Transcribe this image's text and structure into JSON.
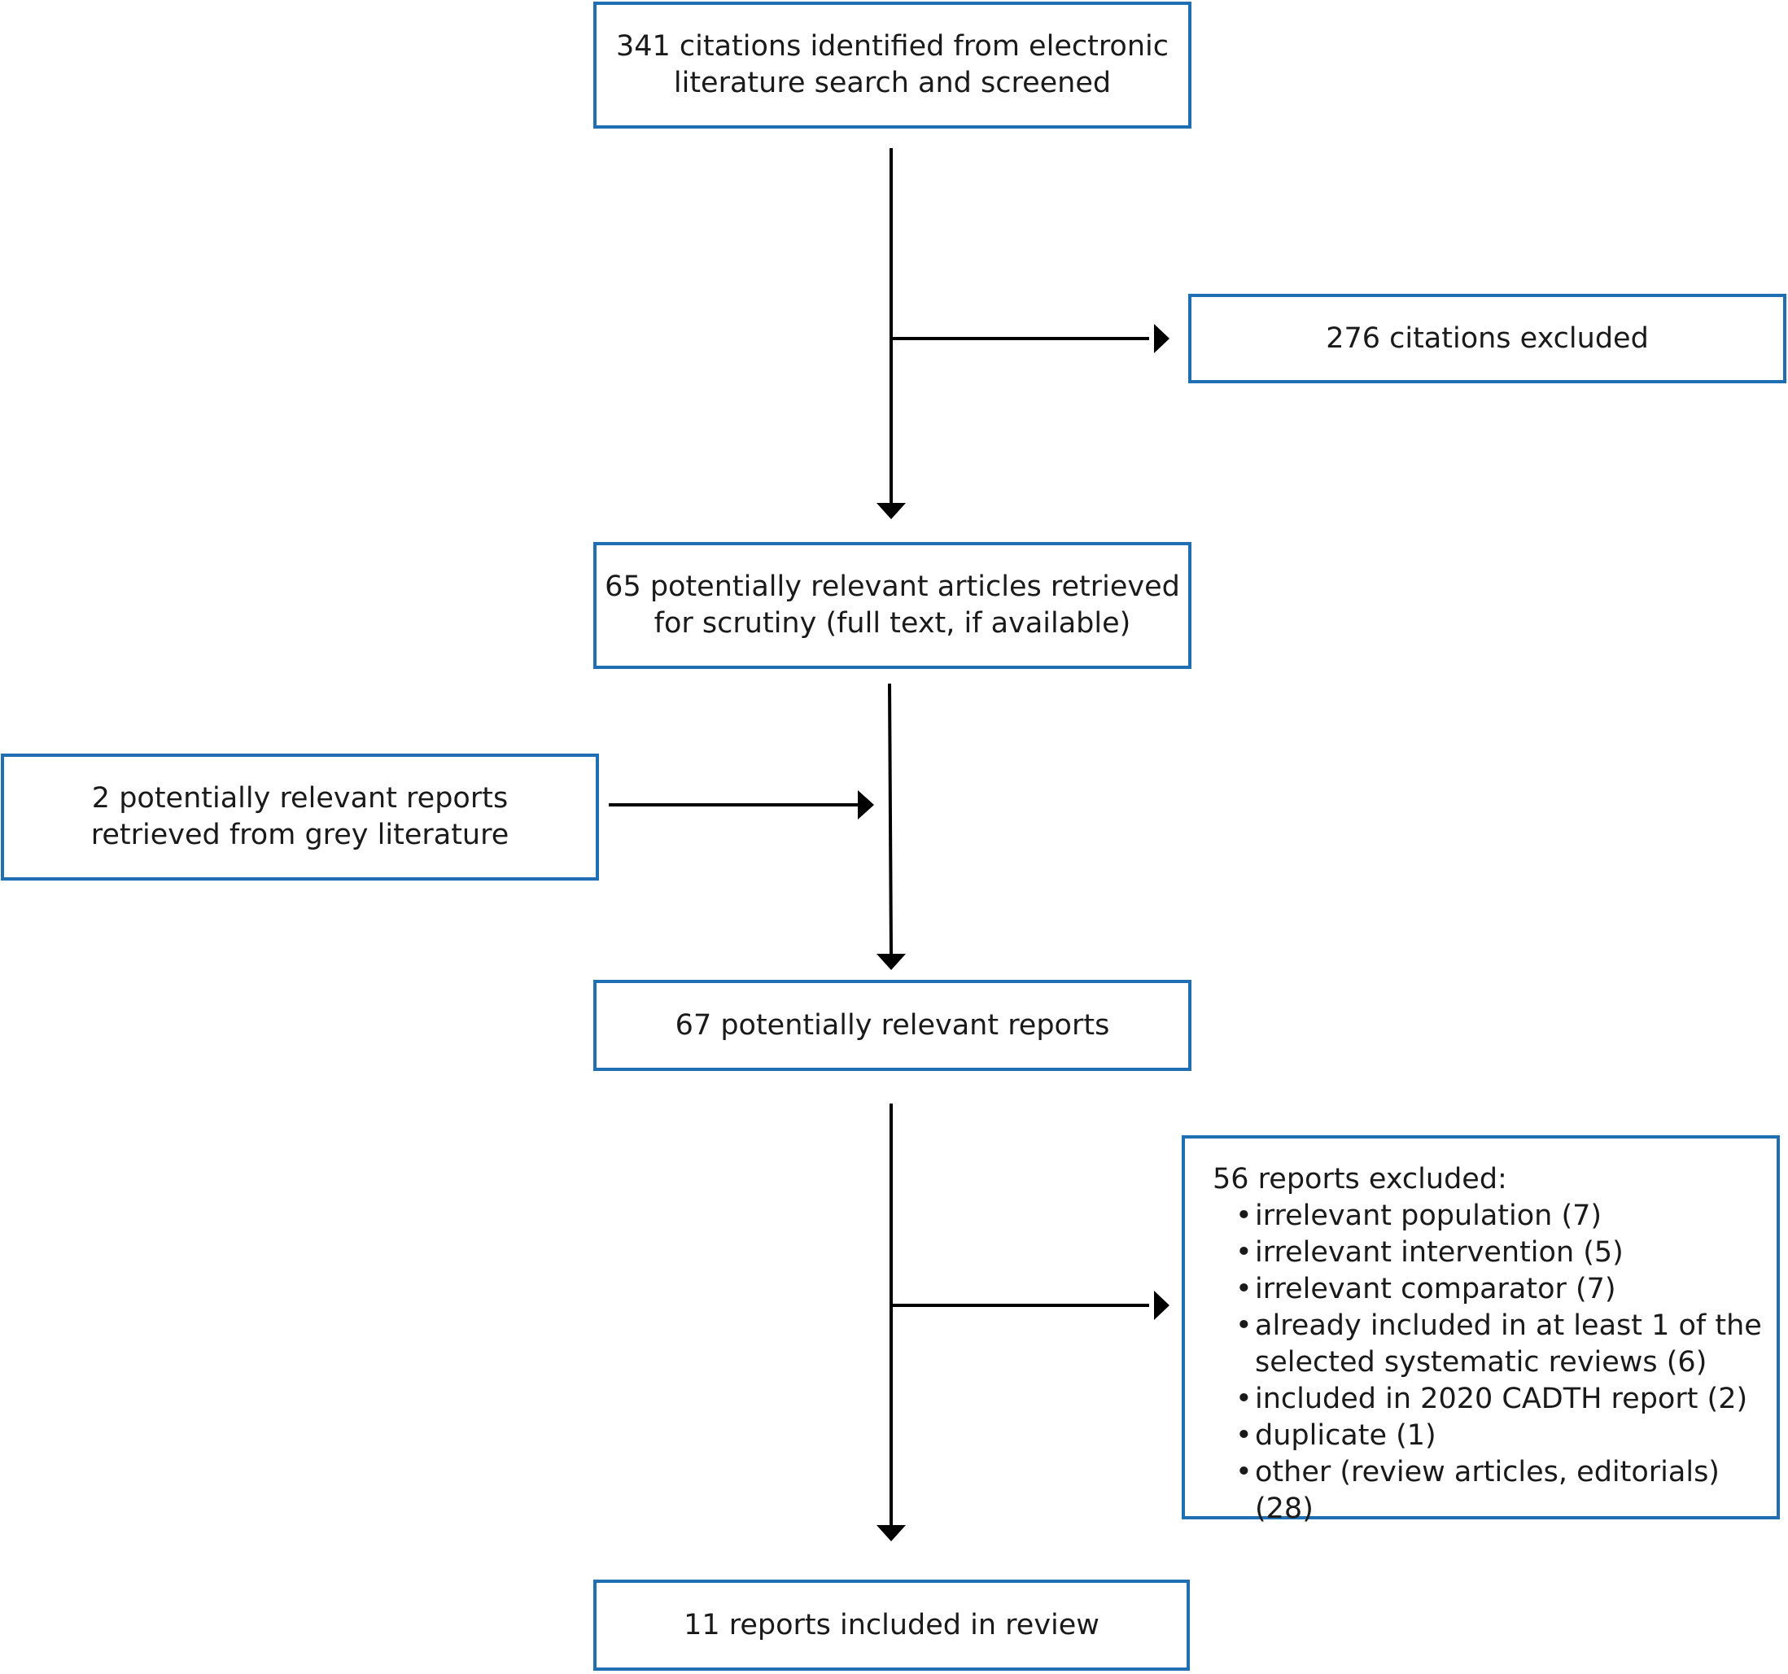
{
  "colors": {
    "box_border": "#1f6fb2",
    "arrow": "#000000",
    "text": "#1a1a1a"
  },
  "flow": {
    "identified": {
      "lines": [
        "341 citations identified from electronic",
        "literature search and screened"
      ]
    },
    "citations_excluded": {
      "text": "276 citations excluded"
    },
    "retrieved": {
      "lines": [
        "65 potentially relevant articles retrieved",
        "for scrutiny (full text, if available)"
      ]
    },
    "grey_literature": {
      "lines": [
        "2 potentially relevant reports",
        "retrieved from grey literature"
      ]
    },
    "potentially_relevant": {
      "text": "67 potentially relevant reports"
    },
    "reports_excluded": {
      "title": "56 reports excluded:",
      "items": [
        {
          "lines": [
            "irrelevant population (7)"
          ]
        },
        {
          "lines": [
            "irrelevant intervention (5)"
          ]
        },
        {
          "lines": [
            "irrelevant comparator (7)"
          ]
        },
        {
          "lines": [
            "already included in at least 1 of the",
            "selected systematic reviews (6)"
          ]
        },
        {
          "lines": [
            "included in 2020 CADTH report (2)"
          ]
        },
        {
          "lines": [
            "duplicate (1)"
          ]
        },
        {
          "lines": [
            "other (review articles, editorials) (28)"
          ]
        }
      ],
      "bullet": "•"
    },
    "included": {
      "text": "11 reports included in review"
    }
  }
}
